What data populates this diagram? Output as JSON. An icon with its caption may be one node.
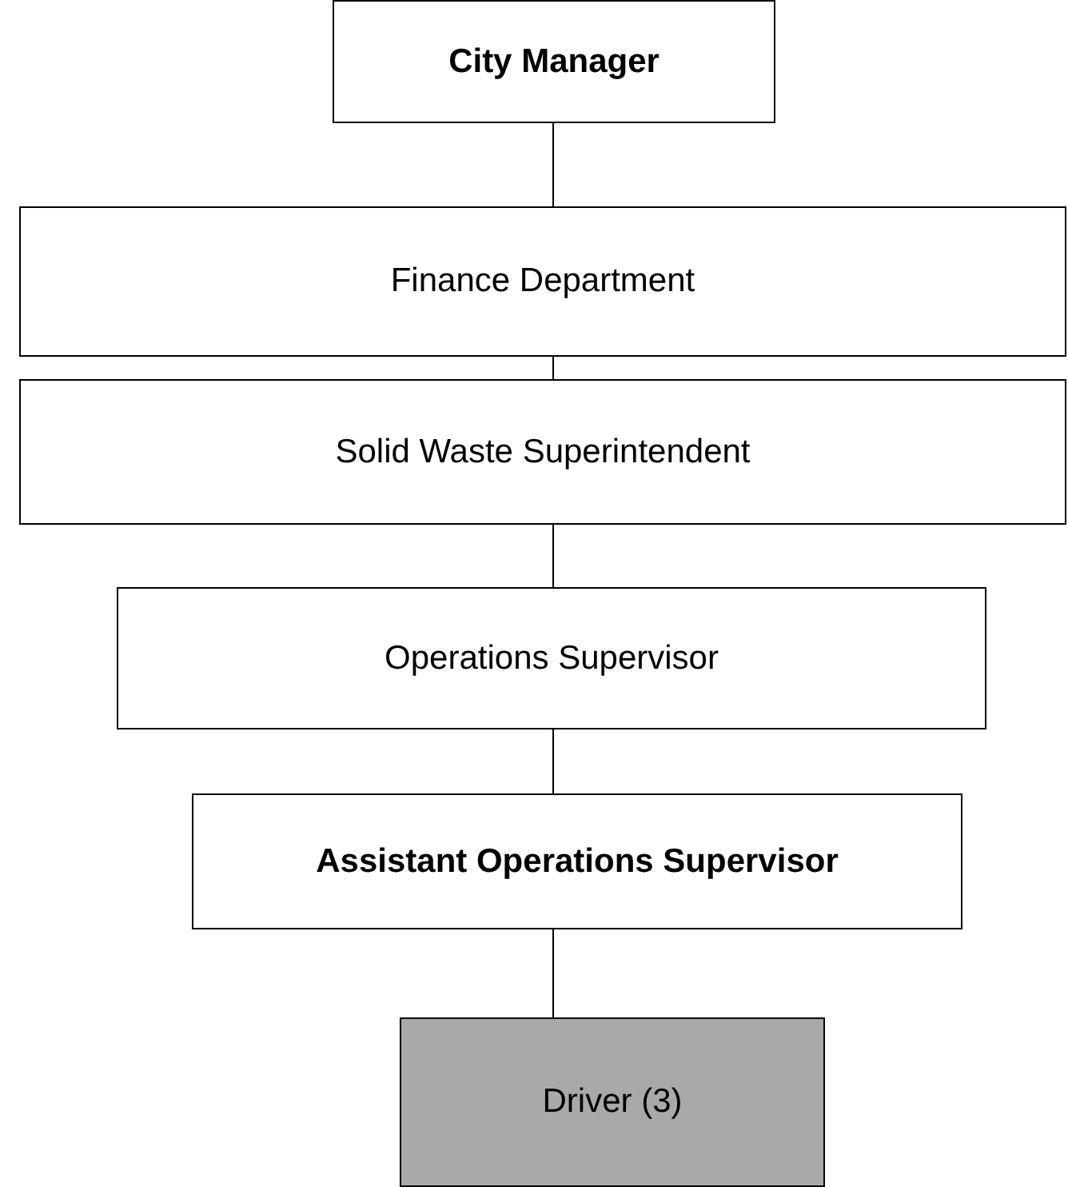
{
  "diagram": {
    "nodes": [
      {
        "text": [
          "City Manager"
        ]
      },
      {
        "text": [
          "Finance Department"
        ]
      },
      {
        "text": [
          "Solid Waste Superintendent"
        ]
      },
      {
        "text": [
          "Operations Supervisor"
        ]
      },
      {
        "text": [
          "Assistant Operations Supervisor"
        ]
      },
      {
        "text": [
          "Driver (3)"
        ]
      }
    ],
    "edges": [
      {
        "from": 0,
        "to": 1,
        "arrow": "none"
      },
      {
        "from": 1,
        "to": 2,
        "arrow": "none"
      },
      {
        "from": 2,
        "to": 3,
        "arrow": "none"
      },
      {
        "from": 3,
        "to": 4,
        "arrow": "none"
      },
      {
        "from": 4,
        "to": 5,
        "arrow": "none"
      }
    ]
  }
}
